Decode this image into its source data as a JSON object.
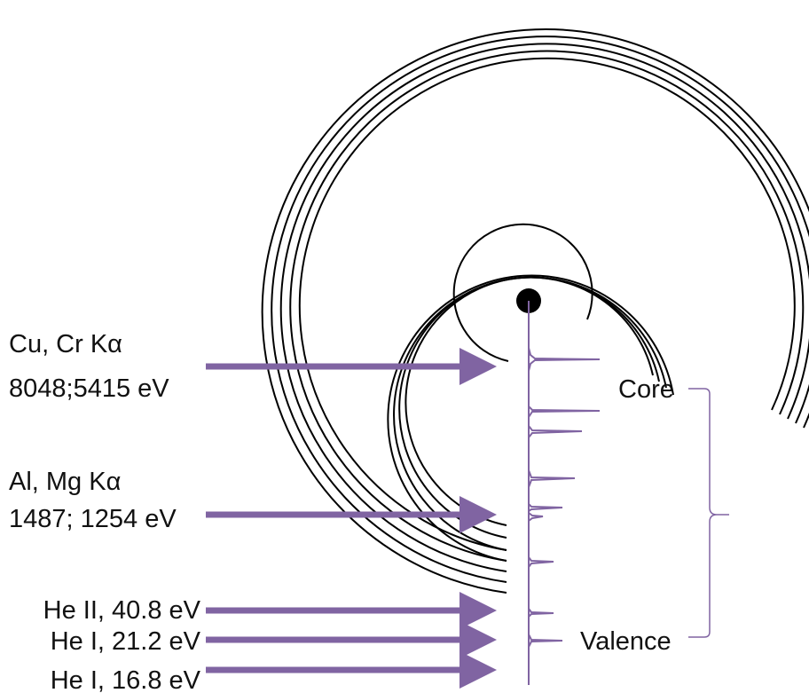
{
  "colors": {
    "accent": "#8064a2",
    "rings": "#000000",
    "text": "#111111"
  },
  "sources": [
    {
      "name": "Cu, Cr Kα",
      "energy": "8048;5415 eV"
    },
    {
      "name": "Al, Mg Kα",
      "energy": "1487; 1254 eV"
    },
    {
      "name": "He II, 40.8 eV"
    },
    {
      "name": "He I, 21.2 eV"
    },
    {
      "name": "He I, 16.8 eV"
    }
  ],
  "levels": {
    "core": "Core",
    "valence": "Valence"
  }
}
